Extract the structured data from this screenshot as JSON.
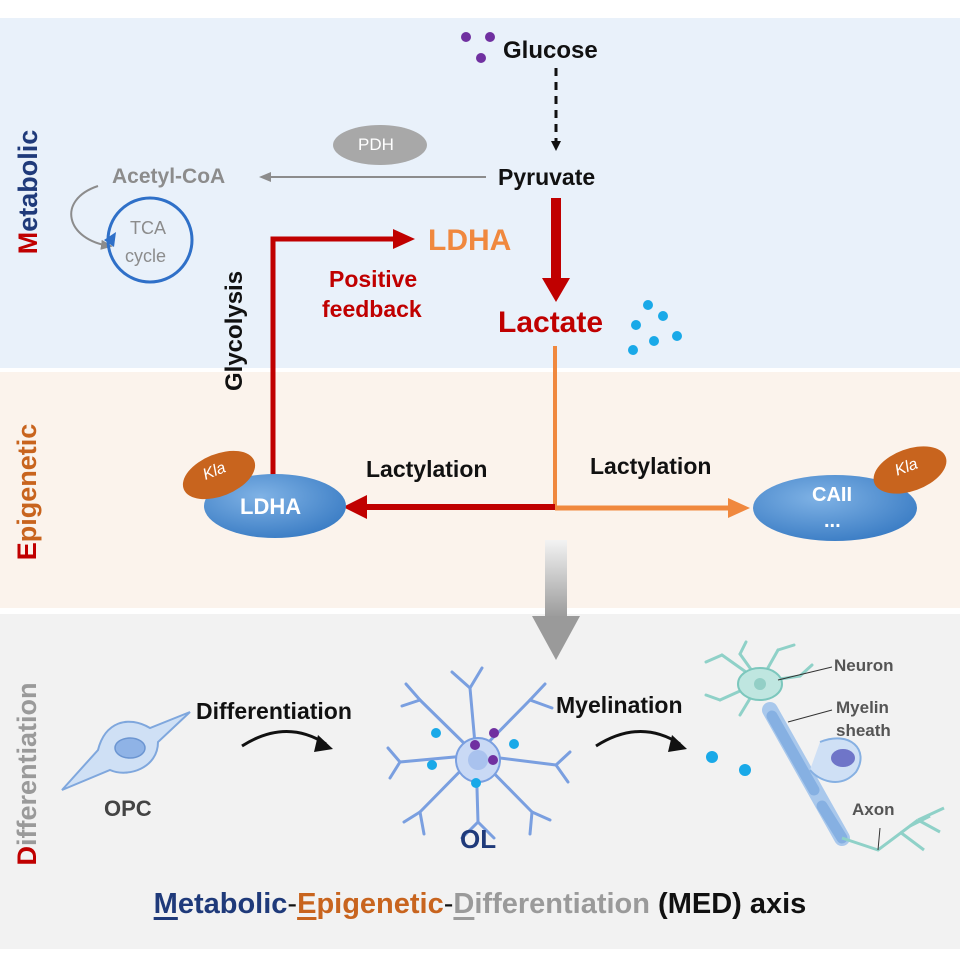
{
  "sections": {
    "metabolic": {
      "first": "M",
      "rest": "etabolic"
    },
    "epigenetic": {
      "first": "E",
      "rest": "pigenetic"
    },
    "differentiation": {
      "first": "D",
      "rest": "ifferentiation"
    }
  },
  "metabolic": {
    "glucose": "Glucose",
    "pdh": "PDH",
    "acetyl_coa": "Acetyl-CoA",
    "pyruvate": "Pyruvate",
    "tca_line1": "TCA",
    "tca_line2": "cycle",
    "ldha": "LDHA",
    "lactate": "Lactate",
    "positive_line1": "Positive",
    "positive_line2": "feedback",
    "glycolysis": "Glycolysis"
  },
  "epigenetic": {
    "lactylation_left": "Lactylation",
    "lactylation_right": "Lactylation",
    "ldha_protein": "LDHA",
    "caii_line1": "CAII",
    "caii_line2": "...",
    "kla_left": "Kla",
    "kla_right": "Kla"
  },
  "differentiation": {
    "differentiation_label": "Differentiation",
    "myelination_label": "Myelination",
    "opc": "OPC",
    "ol": "OL",
    "neuron": "Neuron",
    "myelin_line1": "Myelin",
    "myelin_line2": "sheath",
    "axon": "Axon"
  },
  "axis_title": {
    "m": "M",
    "m_rest": "etabolic",
    "dash1": "-",
    "e": "E",
    "e_rest": "pigenetic",
    "dash2": "-",
    "d": "D",
    "d_rest": "ifferentiation",
    "suffix": " (MED) axis"
  },
  "colors": {
    "metabolic_bg": "#e9f1fa",
    "epigenetic_bg": "#fbf3ec",
    "differentiation_bg": "#f2f2f2",
    "dark_red": "#c00000",
    "orange": "#f0883e",
    "navy": "#1f3a7a",
    "brown_orange": "#c8641e",
    "gray": "#8c8c8c",
    "lactate_dot": "#19a9e8",
    "glucose_dot": "#7030a0"
  }
}
